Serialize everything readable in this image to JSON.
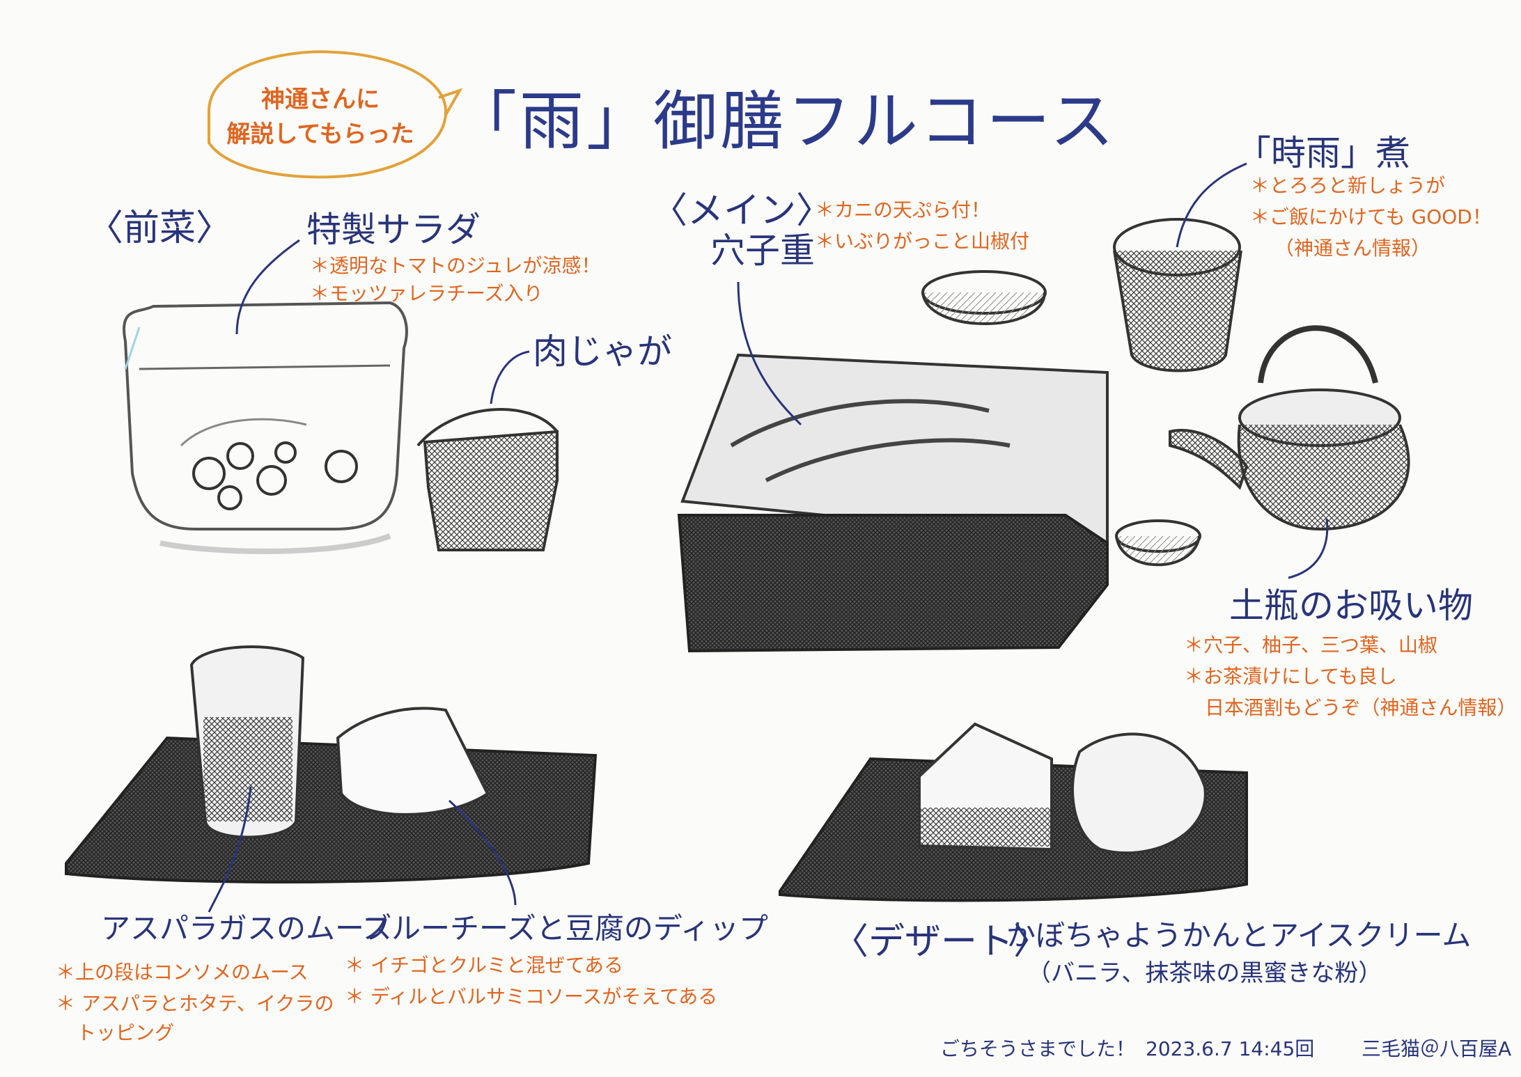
{
  "bubble": {
    "line1": "神通さんに",
    "line2": "解説してもらった"
  },
  "title": "「雨」御膳フルコース",
  "sections": {
    "zensai": "〈前菜〉",
    "main": "〈メイン〉",
    "dessert": "〈デザート〉"
  },
  "salad": {
    "name": "特製サラダ",
    "notes": [
      "＊透明なトマトのジュレが涼感！",
      "＊モッツァレラチーズ入り"
    ]
  },
  "nikujaga": {
    "name": "肉じゃが"
  },
  "asparagus": {
    "name": "アスパラガスのムース",
    "notes": [
      "＊上の段はコンソメのムース",
      "＊ アスパラとホタテ、イクラの",
      "トッピング"
    ]
  },
  "blue_cheese": {
    "name": "ブルーチーズと豆腐のディップ",
    "notes": [
      "＊ イチゴとクルミと混ぜてある",
      "＊ ディルとバルサミコソースがそえてある"
    ]
  },
  "anago": {
    "name": "穴子重",
    "notes": [
      "＊カニの天ぷら付！",
      "＊いぶりがっこと山椒付"
    ]
  },
  "shigure": {
    "name": "「時雨」煮",
    "notes": [
      "＊とろろと新しょうが",
      "＊ご飯にかけても GOOD！",
      "（神通さん情報）"
    ]
  },
  "dobin": {
    "name": "土瓶のお吸い物",
    "notes": [
      "＊穴子、柚子、三つ葉、山椒",
      "＊お茶漬けにしても良し",
      "日本酒割もどうぞ（神通さん情報）"
    ]
  },
  "dessert": {
    "name": "かぼちゃようかんとアイスクリーム",
    "sub": "（バニラ、抹茶味の黒蜜きな粉）"
  },
  "footer": {
    "thanks": "ごちそうさまでした！",
    "date": "2023.6.7  14:45回",
    "author": "三毛猫＠八百屋A"
  }
}
